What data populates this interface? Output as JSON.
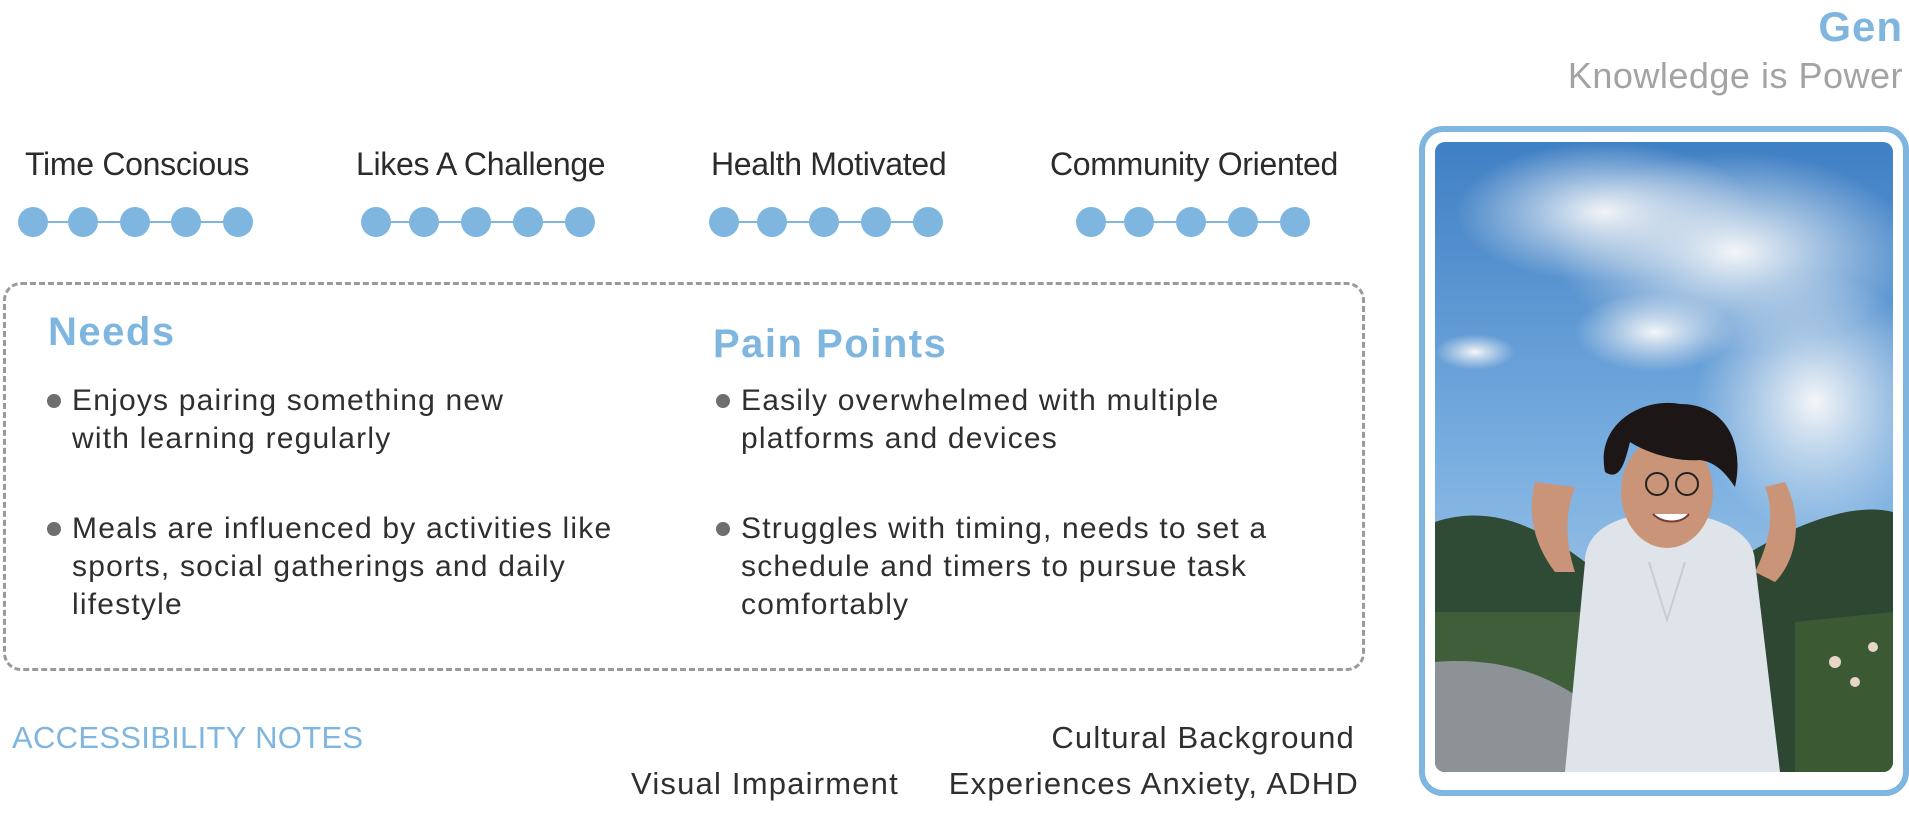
{
  "header": {
    "name": "Gen",
    "motto": "Knowledge is Power"
  },
  "traits": [
    {
      "label": "Time Conscious",
      "dots": 5
    },
    {
      "label": "Likes A Challenge",
      "dots": 5
    },
    {
      "label": "Health Motivated",
      "dots": 5
    },
    {
      "label": "Community Oriented",
      "dots": 5
    }
  ],
  "needs": {
    "title": "Needs",
    "items": [
      {
        "line1": "Enjoys pairing something new",
        "line2": "with learning regularly"
      },
      {
        "line1": "Meals are influenced by activities like",
        "line2": "sports, social gatherings and daily",
        "line3": "lifestyle"
      }
    ]
  },
  "pain_points": {
    "title": "Pain Points",
    "items": [
      {
        "line1": "Easily overwhelmed with multiple",
        "line2": "platforms and devices"
      },
      {
        "line1": "Struggles with timing, needs to set a",
        "line2": "schedule and timers to pursue task",
        "line3": "comfortably"
      }
    ]
  },
  "accessibility": {
    "title": "ACCESSIBILITY NOTES",
    "impairment": "Visual Impairment"
  },
  "cultural_background": {
    "title": "Cultural Background",
    "value": "Experiences Anxiety, ADHD"
  },
  "colors": {
    "accent": "#7fb6e0",
    "muted": "#a3a3a3",
    "text": "#2f2f2f",
    "bullet": "#6e6e6e"
  }
}
